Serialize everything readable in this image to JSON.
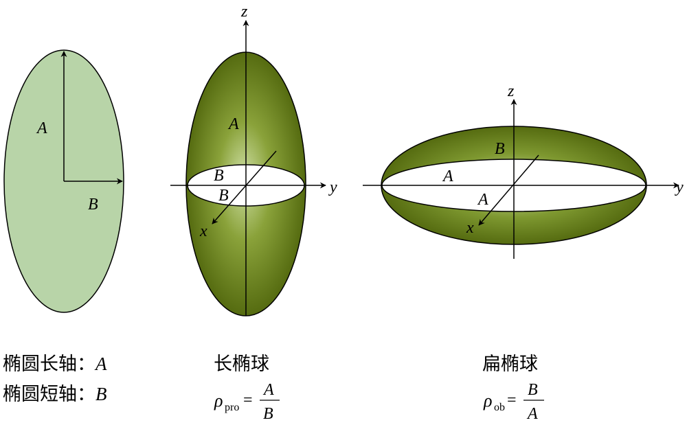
{
  "panels": {
    "ellipse": {
      "label_major": "A",
      "label_minor": "B",
      "caption_line1": "椭圆长轴：",
      "caption_line1_var": "A",
      "caption_line2": "椭圆短轴：",
      "caption_line2_var": "B"
    },
    "prolate": {
      "axis_z": "z",
      "axis_y": "y",
      "axis_x": "x",
      "label_A": "A",
      "label_B1": "B",
      "label_B2": "B",
      "caption": "长椭球",
      "formula_symbol": "ρ",
      "formula_sub": "pro",
      "formula_eq": "=",
      "formula_num": "A",
      "formula_den": "B"
    },
    "oblate": {
      "axis_z": "z",
      "axis_y": "y",
      "axis_x": "x",
      "label_B": "B",
      "label_A1": "A",
      "label_A2": "A",
      "caption": "扁椭球",
      "formula_symbol": "ρ",
      "formula_sub": "ob",
      "formula_eq": "=",
      "formula_num": "B",
      "formula_den": "A"
    }
  },
  "colors": {
    "ellipse_fill": "#b8d4a8",
    "spheroid_dark": "#556b10",
    "spheroid_light": "#cfe0a6"
  }
}
